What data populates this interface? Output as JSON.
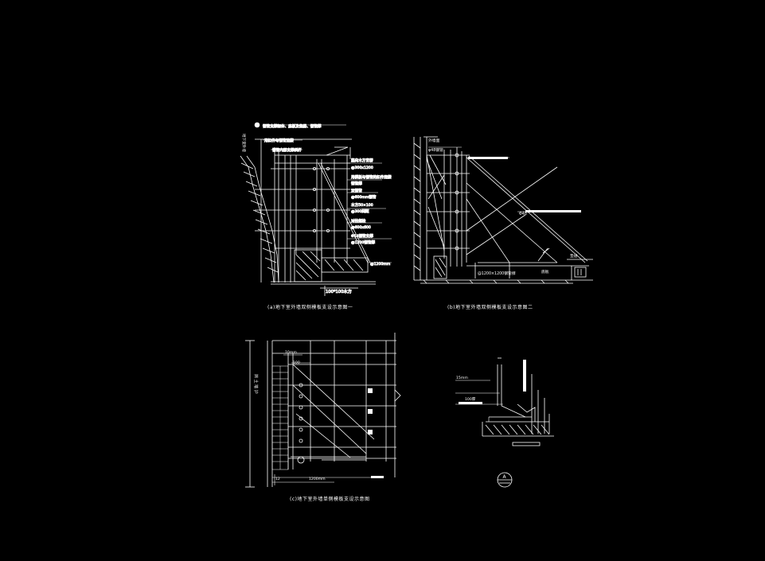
{
  "colors": {
    "background": "#000000",
    "line": "#ffffff",
    "accent_line": "#dddddd"
  },
  "drawing1": {
    "caption": "(a)地下室外墙双侧模板支设示意图一",
    "labels": {
      "top_note": "钢管支撑架体、底板及垫层、钢管撑",
      "a": "用扣件与钢管连接",
      "b": "钢管内部支撑斜杆",
      "c": "钢管撑",
      "d": "竖向木方背楞",
      "e": "@300x1200",
      "f": "用模板与钢管的扣件连接",
      "g": "双钢管",
      "h": "@600mm钢管",
      "i": "木方50×100",
      "j": "@300间距",
      "k": "对拉螺栓",
      "l": "@600x600",
      "m": "Φ14钢管支撑",
      "n": "@1200钢管撑",
      "o": "@1200mm",
      "bottom": "100*100木方",
      "vertical": "地下室外墙"
    }
  },
  "drawing2": {
    "caption": "(b)地下室外墙双侧模板支设示意图二",
    "labels": {
      "a": "外墙面",
      "b": "φ48钢管",
      "c": "Φ48",
      "d": "@1200×1200钢管撑",
      "e": "底板",
      "f": "垫层"
    }
  },
  "drawing3": {
    "caption": "(c)地下室外墙单侧模板支设示意图",
    "labels": {
      "a": "10mm",
      "b": "100",
      "c": "挡 土 墙 护",
      "d": "1200mm",
      "e": "12"
    }
  },
  "drawing4": {
    "labels": {
      "a": "15mm",
      "b": "100厚",
      "c": "A"
    }
  }
}
